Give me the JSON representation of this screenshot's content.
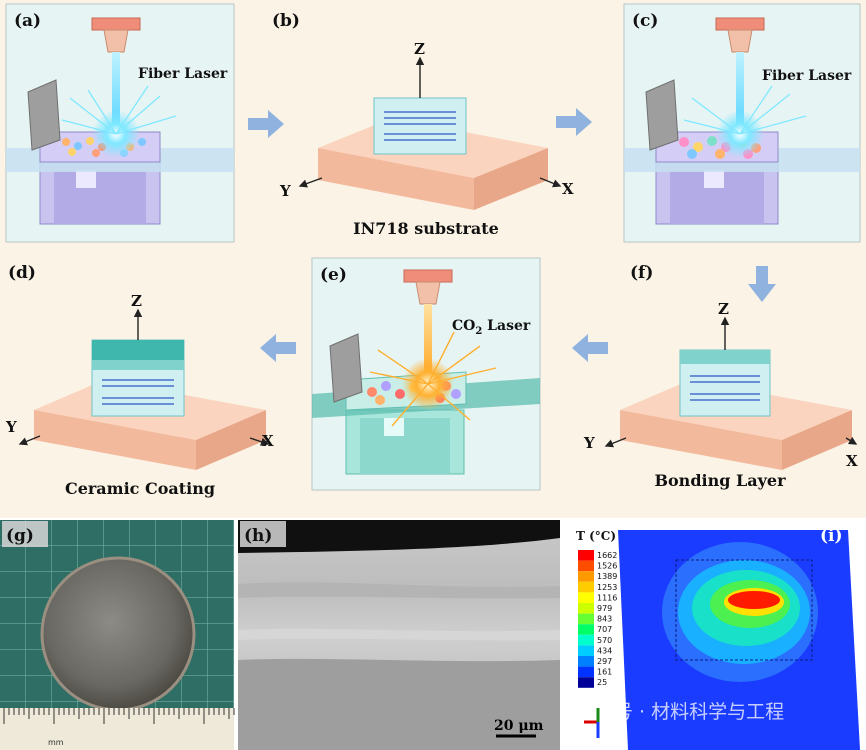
{
  "panels": {
    "a": {
      "label": "(a)",
      "laser": "Fiber Laser"
    },
    "b": {
      "label": "(b)",
      "caption": "IN718 substrate",
      "axis_z": "Z",
      "axis_x": "X",
      "axis_y": "Y"
    },
    "c": {
      "label": "(c)",
      "laser": "Fiber Laser"
    },
    "d": {
      "label": "(d)",
      "caption": "Ceramic Coating",
      "axis_z": "Z",
      "axis_x": "X",
      "axis_y": "Y"
    },
    "e": {
      "label": "(e)",
      "laser_main": "CO",
      "laser_sub": "2",
      "laser_tail": " Laser"
    },
    "f": {
      "label": "(f)",
      "caption": "Bonding Layer",
      "axis_z": "Z",
      "axis_x": "X",
      "axis_y": "Y"
    },
    "g": {
      "label": "(g)",
      "ruler_unit": "mm"
    },
    "h": {
      "label": "(h)",
      "scale_bar": "20 μm"
    },
    "i": {
      "label": "(i)",
      "legend_title": "T (°C)",
      "legend_values": [
        "1662",
        "1526",
        "1389",
        "1253",
        "1116",
        "979",
        "843",
        "707",
        "570",
        "434",
        "297",
        "161",
        "25"
      ],
      "legend_colors": [
        "#ff0000",
        "#ff4d00",
        "#ff9900",
        "#ffcc00",
        "#ffff00",
        "#ccff00",
        "#66ff33",
        "#00ff66",
        "#00ffcc",
        "#00ccff",
        "#0080ff",
        "#0033ff",
        "#000099"
      ]
    }
  },
  "watermark": "号 · 材料科学与工程"
}
